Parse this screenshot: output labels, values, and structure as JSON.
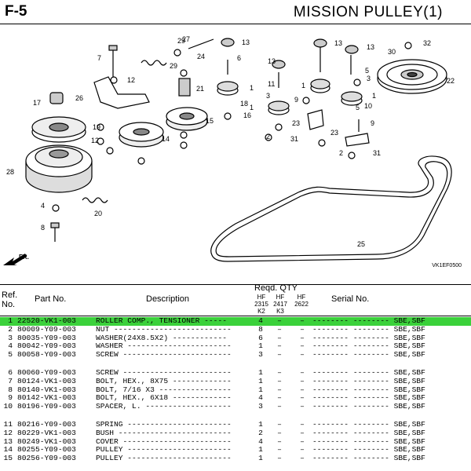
{
  "header": {
    "code": "F-5",
    "title": "MISSION  PULLEY(1)"
  },
  "diagram": {
    "figure_id": "VK1EF0500",
    "direction_label": "FR.",
    "callouts": [
      "1",
      "2",
      "3",
      "4",
      "5",
      "6",
      "7",
      "8",
      "9",
      "10",
      "11",
      "12",
      "13",
      "14",
      "15",
      "16",
      "17",
      "18",
      "19",
      "20",
      "21",
      "22",
      "23",
      "24",
      "25",
      "26",
      "27",
      "28",
      "29",
      "30",
      "31",
      "32"
    ]
  },
  "table": {
    "headers": {
      "ref_no": "Ref.\nNo.",
      "part_no": "Part  No.",
      "description": "Description",
      "reqd_qty": "Reqd.  QTY",
      "col1": "HF\n2315\nK2",
      "col2": "HF\n2417\nK3",
      "col3": "HF\n2622",
      "serial_no": "Serial  No."
    },
    "rows": [
      {
        "ref": "1",
        "part": "22520-VK1-003",
        "desc": "ROLLER COMP., TENSIONER -----",
        "q1": "4",
        "q2": "–",
        "q3": "–",
        "serial": "-------- -------- SBE,SBF",
        "highlight": true
      },
      {
        "ref": "2",
        "part": "80009-Y09-003",
        "desc": "NUT --------------------------",
        "q1": "8",
        "q2": "–",
        "q3": "–",
        "serial": "-------- -------- SBE,SBF"
      },
      {
        "ref": "3",
        "part": "80035-Y09-003",
        "desc": "WASHER(24X8.5X2) ------------",
        "q1": "6",
        "q2": "–",
        "q3": "–",
        "serial": "-------- -------- SBE,SBF"
      },
      {
        "ref": "4",
        "part": "80042-Y09-003",
        "desc": "WASHER -----------------------",
        "q1": "1",
        "q2": "–",
        "q3": "–",
        "serial": "-------- -------- SBE,SBF"
      },
      {
        "ref": "5",
        "part": "80058-Y09-003",
        "desc": "SCREW ------------------------",
        "q1": "3",
        "q2": "–",
        "q3": "–",
        "serial": "-------- -------- SBE,SBF"
      },
      {
        "ref": "6",
        "part": "80060-Y09-003",
        "desc": "SCREW ------------------------",
        "q1": "1",
        "q2": "–",
        "q3": "–",
        "serial": "-------- -------- SBE,SBF"
      },
      {
        "ref": "7",
        "part": "80124-VK1-003",
        "desc": "BOLT, HEX., 8X75 -------------",
        "q1": "1",
        "q2": "–",
        "q3": "–",
        "serial": "-------- -------- SBE,SBF"
      },
      {
        "ref": "8",
        "part": "80140-VK1-003",
        "desc": "BOLT, 7/16 X3 ----------------",
        "q1": "1",
        "q2": "–",
        "q3": "–",
        "serial": "-------- -------- SBE,SBF"
      },
      {
        "ref": "9",
        "part": "80142-VK1-003",
        "desc": "BOLT, HEX., 6X18 -------------",
        "q1": "4",
        "q2": "–",
        "q3": "–",
        "serial": "-------- -------- SBE,SBF"
      },
      {
        "ref": "10",
        "part": "80196-Y09-003",
        "desc": "SPACER, L. -------------------",
        "q1": "3",
        "q2": "–",
        "q3": "–",
        "serial": "-------- -------- SBE,SBF"
      },
      {
        "ref": "11",
        "part": "80216-Y09-003",
        "desc": "SPRING -----------------------",
        "q1": "1",
        "q2": "–",
        "q3": "–",
        "serial": "-------- -------- SBE,SBF"
      },
      {
        "ref": "12",
        "part": "80229-VK1-003",
        "desc": "BUSH -------------------------",
        "q1": "2",
        "q2": "–",
        "q3": "–",
        "serial": "-------- -------- SBE,SBF"
      },
      {
        "ref": "13",
        "part": "80249-VK1-003",
        "desc": "COVER ------------------------",
        "q1": "4",
        "q2": "–",
        "q3": "–",
        "serial": "-------- -------- SBE,SBF"
      },
      {
        "ref": "14",
        "part": "80255-Y09-003",
        "desc": "PULLEY -----------------------",
        "q1": "1",
        "q2": "–",
        "q3": "–",
        "serial": "-------- -------- SBE,SBF"
      },
      {
        "ref": "15",
        "part": "80256-Y09-003",
        "desc": "PULLEY -----------------------",
        "q1": "1",
        "q2": "–",
        "q3": "–",
        "serial": "-------- -------- SBE,SBF"
      }
    ]
  }
}
